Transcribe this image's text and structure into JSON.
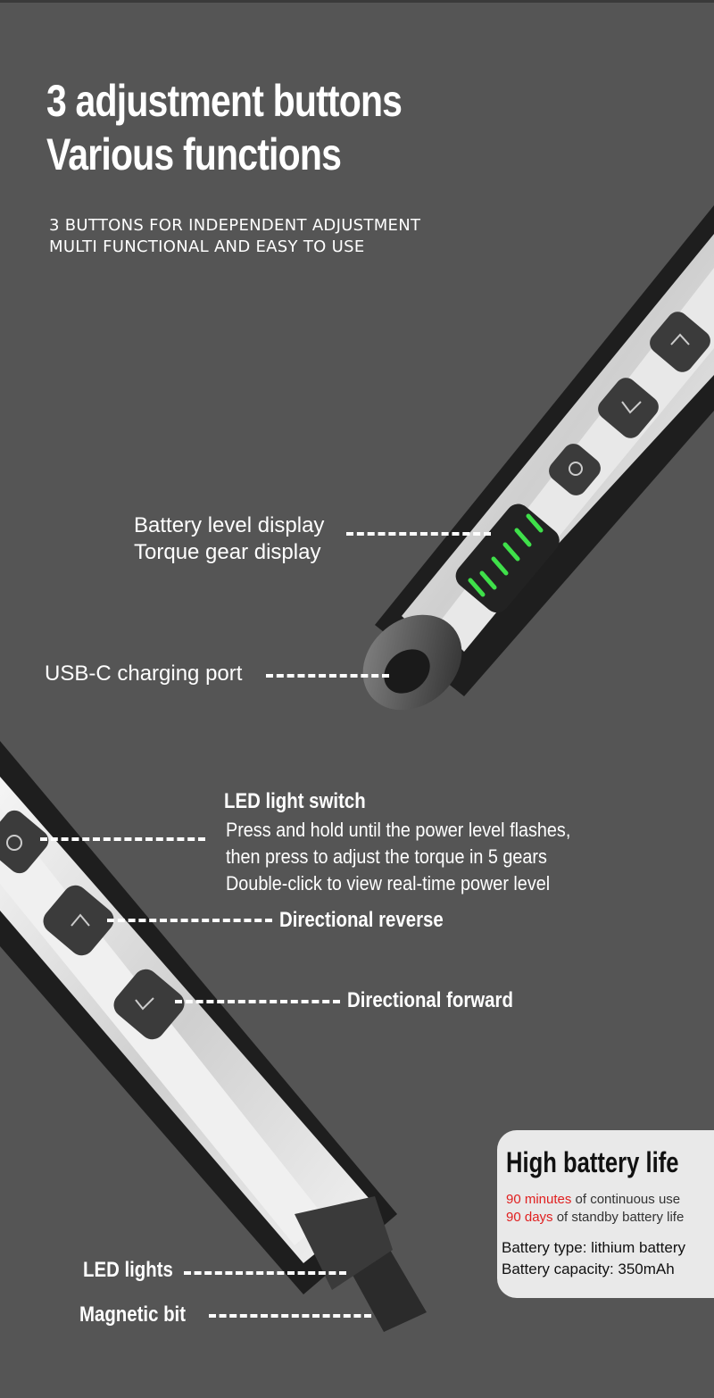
{
  "header": {
    "title_line1": "3 adjustment buttons",
    "title_line2": "Various functions",
    "subtitle_line1": "3 BUTTONS FOR INDEPENDENT ADJUSTMENT",
    "subtitle_line2": "MULTI FUNCTIONAL AND EASY TO USE"
  },
  "callouts_top": {
    "battery_display": "Battery level display",
    "torque_display": "Torque gear display",
    "usb_port": "USB-C charging port"
  },
  "callouts_middle": {
    "led_switch_title": "LED light switch",
    "led_switch_desc1": "Press and hold until the power level flashes,",
    "led_switch_desc2": "then press to adjust the torque in 5 gears",
    "led_switch_desc3": "Double-click to view real-time power level",
    "reverse": "Directional reverse",
    "forward": "Directional forward"
  },
  "callouts_bottom": {
    "led_lights": "LED lights",
    "magnetic_bit": "Magnetic bit"
  },
  "battery_info": {
    "title": "High battery life",
    "minutes_value": "90 minutes",
    "minutes_rest": " of continuous use",
    "days_value": "90 days",
    "days_rest": " of standby battery life",
    "type": "Battery type: lithium battery",
    "capacity": "Battery capacity: 350mAh"
  },
  "colors": {
    "background": "#555555",
    "led_green": "#3fe04a",
    "highlight_red": "#e02020"
  }
}
